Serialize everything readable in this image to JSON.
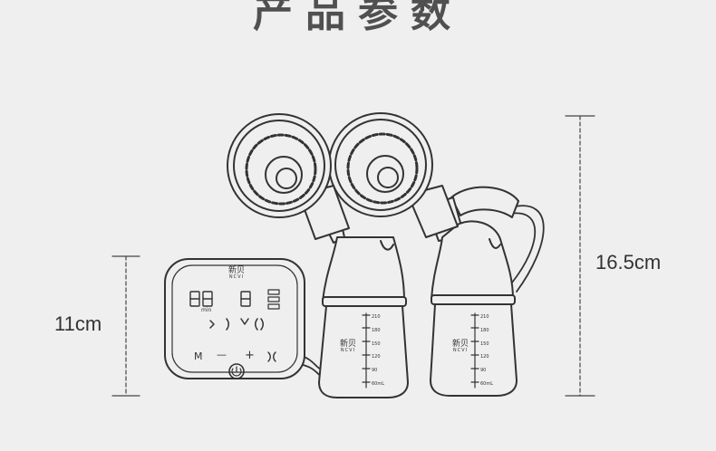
{
  "title": "产品参数",
  "dimensions": {
    "height_left": "11cm",
    "height_right": "16.5cm"
  },
  "device": {
    "brand_cn": "新贝",
    "brand_en": "NCVI",
    "display_unit": "min",
    "buttons": [
      "M",
      "—",
      "+"
    ]
  },
  "bottle": {
    "brand_cn": "新贝",
    "brand_en": "NCVI",
    "scale": [
      "210",
      "180",
      "150",
      "120",
      "90",
      "60mL"
    ]
  }
}
